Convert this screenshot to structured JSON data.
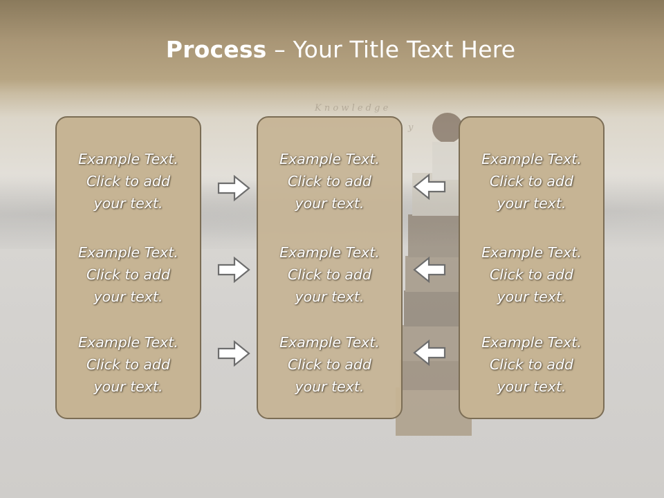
{
  "slide": {
    "title_bold": "Process",
    "title_rest": " – Your Title Text Here"
  },
  "columns": {
    "left": {
      "items": [
        {
          "line1": "Example Text.",
          "line2": "Click  to add",
          "line3": "your text."
        },
        {
          "line1": "Example Text.",
          "line2": "Click  to add",
          "line3": "your text."
        },
        {
          "line1": "Example Text.",
          "line2": "Click  to add",
          "line3": "your text."
        }
      ]
    },
    "middle": {
      "items": [
        {
          "line1": "Example Text.",
          "line2": "Click  to add",
          "line3": "your text."
        },
        {
          "line1": "Example Text.",
          "line2": "Click  to add",
          "line3": "your text."
        },
        {
          "line1": "Example Text.",
          "line2": "Click  to add",
          "line3": "your text."
        }
      ]
    },
    "right": {
      "items": [
        {
          "line1": "Example Text.",
          "line2": "Click  to add",
          "line3": "your text."
        },
        {
          "line1": "Example Text.",
          "line2": "Click  to add",
          "line3": "your text."
        },
        {
          "line1": "Example Text.",
          "line2": "Click  to add",
          "line3": "your text."
        }
      ]
    }
  },
  "arrows": {
    "left_to_middle": [
      "right-arrow-icon",
      "right-arrow-icon",
      "right-arrow-icon"
    ],
    "right_to_middle": [
      "left-arrow-icon",
      "left-arrow-icon",
      "left-arrow-icon"
    ]
  },
  "colors": {
    "box_fill": "#c6b494",
    "box_border": "#7b6d55",
    "arrow_fill": "#ffffff",
    "arrow_stroke": "#6d6d6d",
    "title_text": "#ffffff"
  }
}
